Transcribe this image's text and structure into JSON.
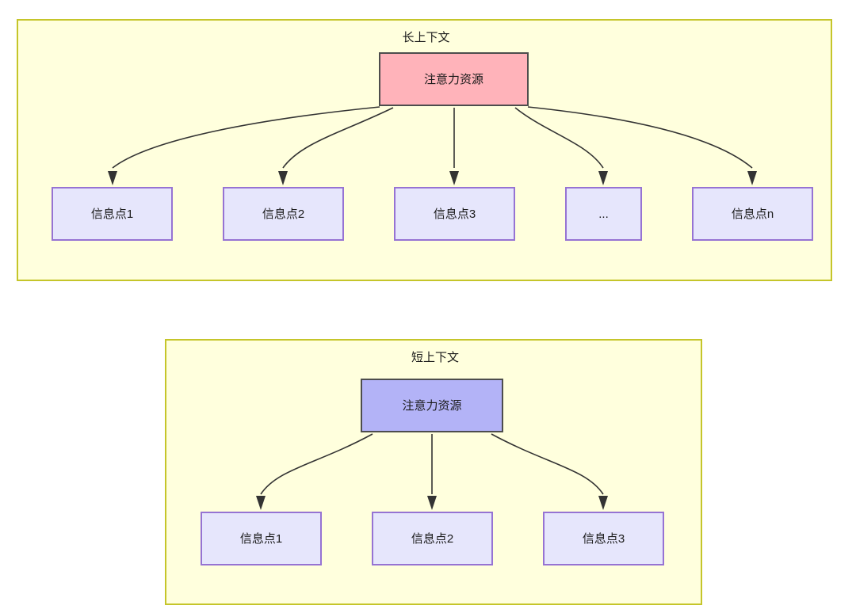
{
  "diagram": {
    "title_long": "长上下文",
    "title_short": "短上下文",
    "colors": {
      "panel_fill": "#ffffdd",
      "panel_border": "#c5c52a",
      "attention_long_fill": "#ffb3ba",
      "attention_short_fill": "#b3b3f7",
      "node_border_dark": "#4d4d4d",
      "info_fill": "#e6e6fc",
      "info_border": "#9673d3",
      "edge_stroke": "#333333"
    },
    "long_context": {
      "panel_label": "长上下文",
      "attention_node": "注意力资源",
      "info_nodes": [
        {
          "label": "信息点1"
        },
        {
          "label": "信息点2"
        },
        {
          "label": "信息点3"
        },
        {
          "label": "..."
        },
        {
          "label": "信息点n"
        }
      ]
    },
    "short_context": {
      "panel_label": "短上下文",
      "attention_node": "注意力资源",
      "info_nodes": [
        {
          "label": "信息点1"
        },
        {
          "label": "信息点2"
        },
        {
          "label": "信息点3"
        }
      ]
    }
  }
}
